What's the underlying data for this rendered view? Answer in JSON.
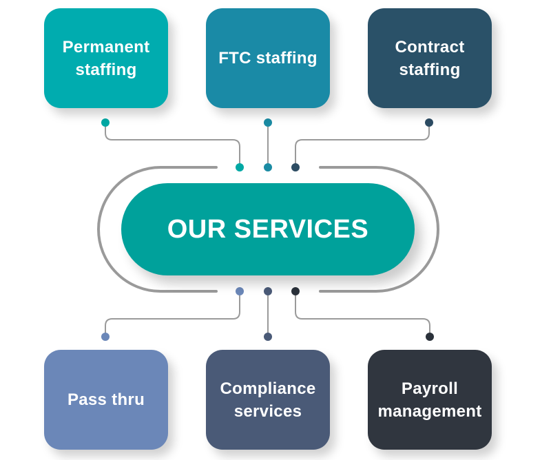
{
  "center": {
    "label": "OUR SERVICES",
    "color": "#00a19b"
  },
  "services_top": [
    {
      "label": "Permanent staffing",
      "color": "#00acaf",
      "dot": "#00a8a4"
    },
    {
      "label": "FTC staffing",
      "color": "#1a8aa6",
      "dot": "#1b8ba3"
    },
    {
      "label": "Contract staffing",
      "color": "#2a5168",
      "dot": "#2d4c63"
    }
  ],
  "services_bottom": [
    {
      "label": "Pass thru",
      "color": "#6b87b8",
      "dot": "#6b87b8"
    },
    {
      "label": "Compliance services",
      "color": "#4a5a77",
      "dot": "#4a5a77"
    },
    {
      "label": "Payroll management",
      "color": "#30363f",
      "dot": "#2a313a"
    }
  ],
  "line_color": "#9a9a9a"
}
